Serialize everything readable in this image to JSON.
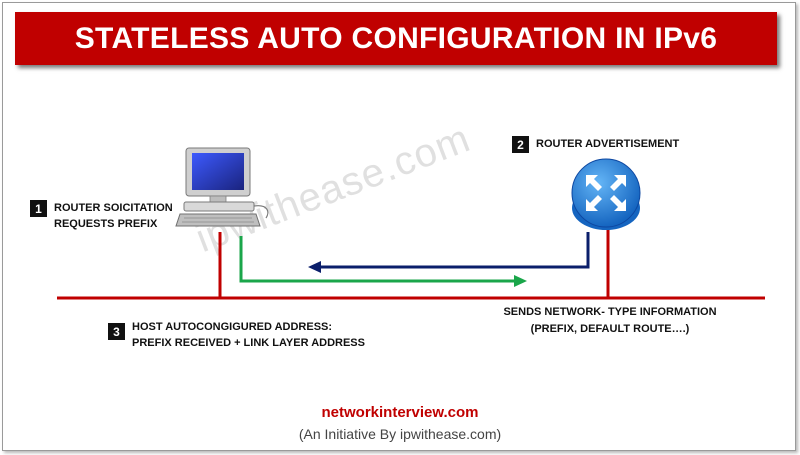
{
  "title": "STATELESS AUTO CONFIGURATION IN IPv6",
  "watermark": "ipwithease.com",
  "steps": [
    {
      "number": "1",
      "line1": "ROUTER SOICITATION",
      "line2": "REQUESTS PREFIX"
    },
    {
      "number": "2",
      "line1": "ROUTER ADVERTISEMENT"
    },
    {
      "number": "3",
      "line1": "HOST AUTOCONGIGURED  ADDRESS:",
      "line2": "PREFIX RECEIVED + LINK LAYER ADDRESS"
    }
  ],
  "network_info": {
    "line1": "SENDS NETWORK- TYPE INFORMATION",
    "line2": "(PREFIX, DEFAULT ROUTE….)"
  },
  "footer": {
    "site": "networkinterview.com",
    "tagline": "(An Initiative By ipwithease.com)"
  },
  "colors": {
    "banner": "#c00000",
    "link_line": "#c00000",
    "solicitation_arrow": "#1aa64a",
    "advertisement_arrow": "#0b1f6b",
    "router": "#1e88e5"
  },
  "icons": [
    "computer-icon",
    "router-icon"
  ]
}
